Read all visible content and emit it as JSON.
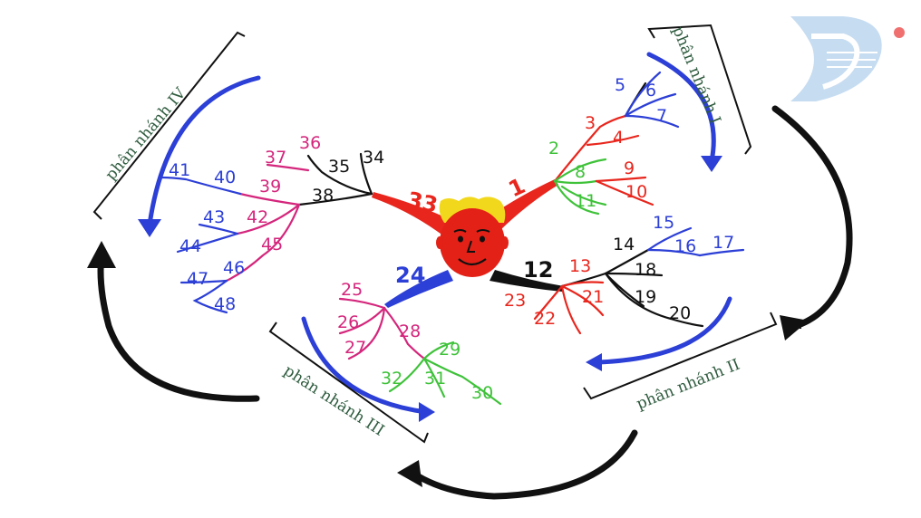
{
  "colors": {
    "red": "#e8261d",
    "green": "#3fc23a",
    "blue": "#2c3fd6",
    "magenta": "#d4267c",
    "black": "#111111",
    "label": "#2e5b3e",
    "face": "#e32117",
    "hair": "#f2d81c",
    "logo": "#bcd6ef",
    "logo_dot": "#f07070"
  },
  "branch_labels": {
    "b1": "phân nhánh I",
    "b2": "phân nhánh II",
    "b3": "phân nhánh III",
    "b4": "phân nhánh IV"
  },
  "numbers": [
    "1",
    "2",
    "3",
    "4",
    "5",
    "6",
    "7",
    "8",
    "9",
    "10",
    "11",
    "12",
    "13",
    "14",
    "15",
    "16",
    "17",
    "18",
    "19",
    "20",
    "21",
    "22",
    "23",
    "24",
    "25",
    "26",
    "27",
    "28",
    "29",
    "30",
    "31",
    "32",
    "33",
    "34",
    "35",
    "36",
    "37",
    "38",
    "39",
    "40",
    "41",
    "42",
    "43",
    "44",
    "45",
    "46",
    "47",
    "48"
  ]
}
